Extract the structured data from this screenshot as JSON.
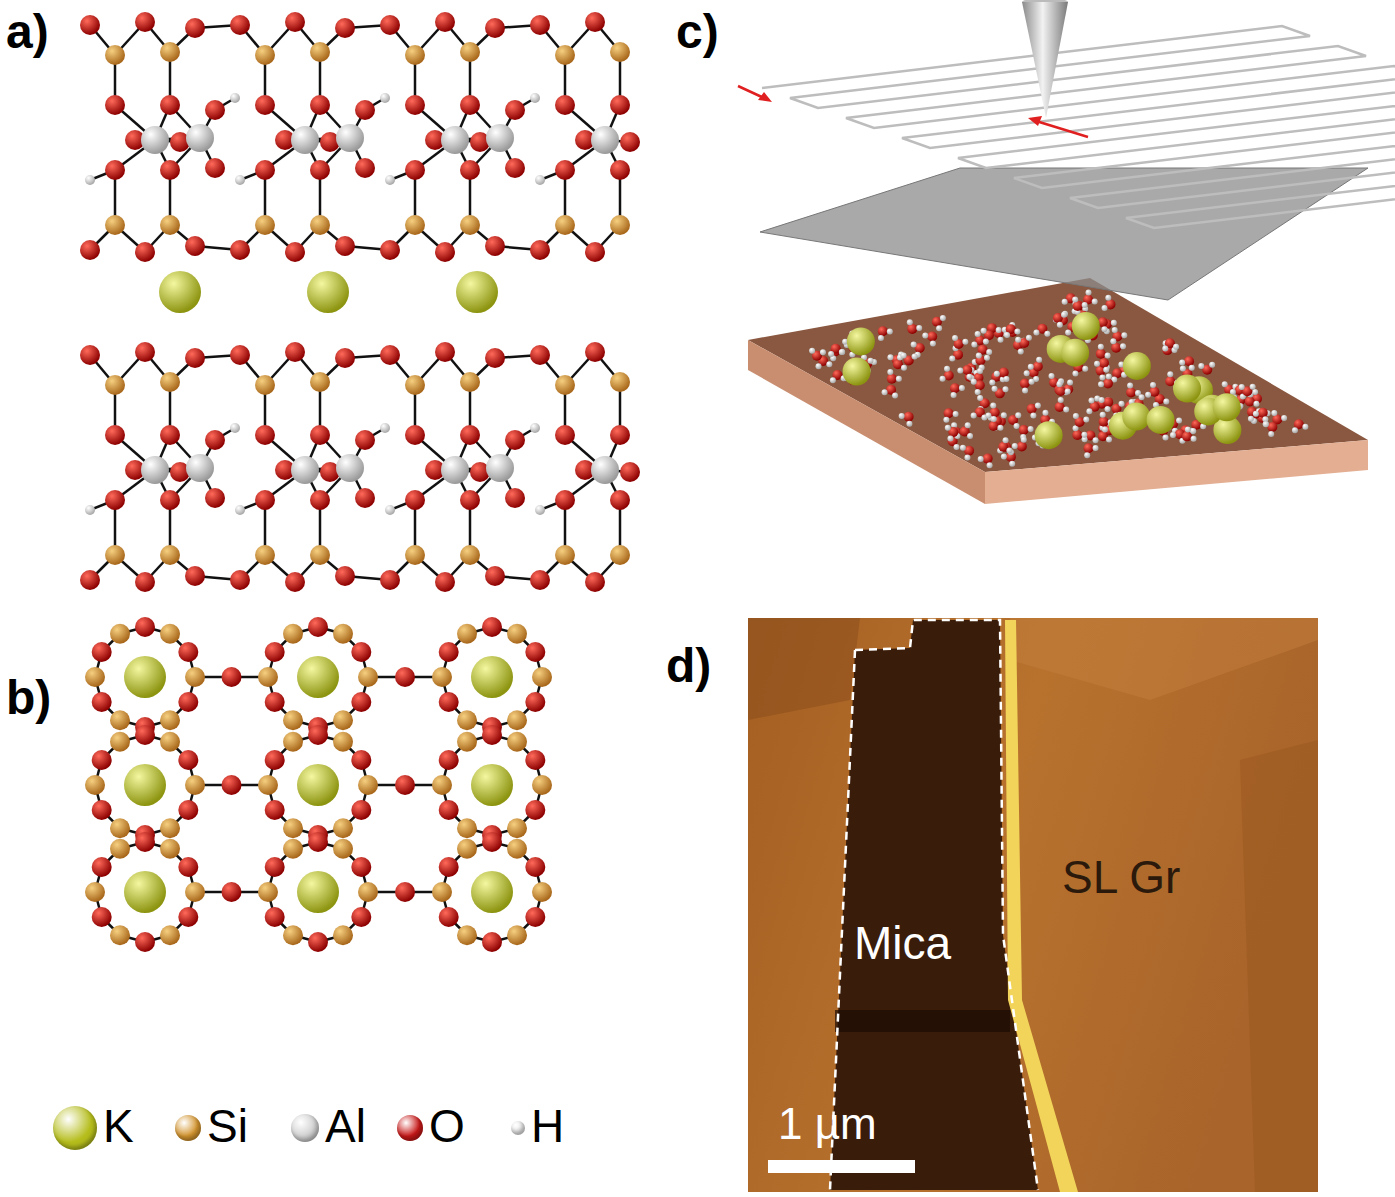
{
  "diagram": {
    "labels": [
      "a)",
      "b)",
      "c)",
      "d)",
      "Mica",
      "SL Gr",
      "1 µm"
    ],
    "legend": [
      {
        "text": "K",
        "color": "#b5bd1c"
      },
      {
        "text": "Si",
        "color": "#d4952f"
      },
      {
        "text": "Al",
        "color": "#cfcfcf"
      },
      {
        "text": "O",
        "color": "#c81818"
      },
      {
        "text": "H",
        "color": "#eeeeee"
      }
    ]
  }
}
